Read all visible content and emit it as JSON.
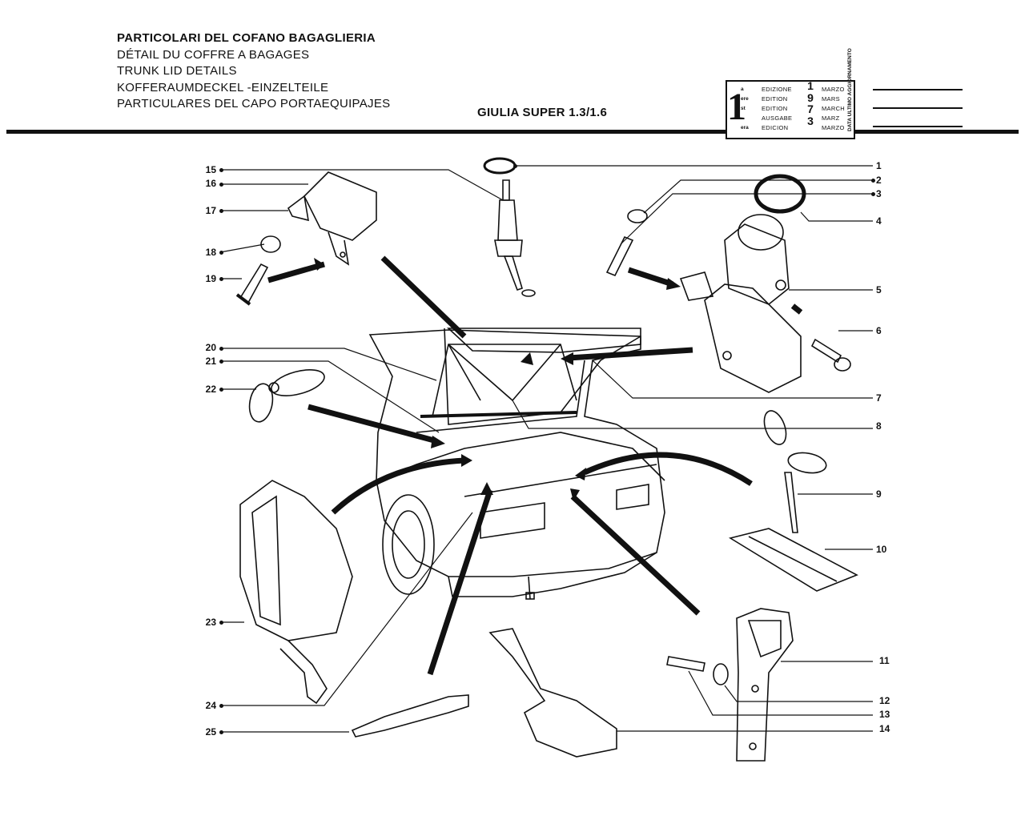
{
  "header": {
    "titles": [
      "PARTICOLARI DEL COFANO BAGAGLIERIA",
      "DÉTAIL DU COFFRE A BAGAGES",
      "TRUNK LID DETAILS",
      "KOFFERAUMDECKEL -EINZELTEILE",
      "PARTICULARES DEL CAPO PORTAEQUIPAJES"
    ],
    "model": "GIULIA SUPER 1.3/1.6"
  },
  "edition_box": {
    "number": "1",
    "rows": [
      {
        "sup": "a",
        "word": "EDIZIONE",
        "month": "MARZO"
      },
      {
        "sup": "ere",
        "word": "EDITION",
        "month": "MARS"
      },
      {
        "sup": "st",
        "word": "EDITION",
        "month": "MARCH"
      },
      {
        "sup": ".",
        "word": "AUSGABE",
        "month": "MARZ"
      },
      {
        "sup": "era",
        "word": "EDICION",
        "month": "MARZO"
      }
    ],
    "year_digits": [
      "1",
      "9",
      "7",
      "3"
    ],
    "last_update_label": "DATA ULTIMO AGGIORNAMENTO"
  },
  "callouts": {
    "left": [
      "15",
      "16",
      "17",
      "18",
      "19",
      "20",
      "21",
      "22",
      "23",
      "24",
      "25"
    ],
    "right": [
      "1",
      "2",
      "3",
      "4",
      "5",
      "6",
      "7",
      "8",
      "9",
      "10",
      "11",
      "12",
      "13",
      "14"
    ]
  }
}
